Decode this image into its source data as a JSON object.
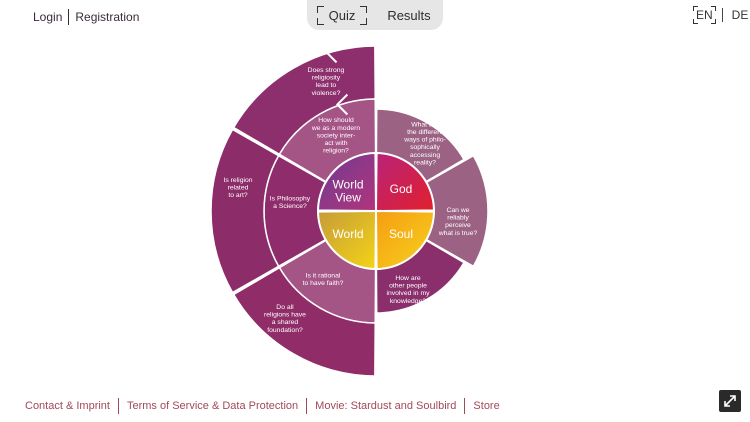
{
  "auth": {
    "login": "Login",
    "registration": "Registration"
  },
  "tabs": {
    "quiz": "Quiz",
    "results": "Results"
  },
  "language": {
    "en": "EN",
    "de": "DE",
    "active": "EN"
  },
  "colors": {
    "outer_ring": "#8e2f6d",
    "inner_ring": "#a55486",
    "right_ring": "#9c6284",
    "god": "#d81a3a",
    "soul": "#f4b400",
    "world": "#e9c21c",
    "world_view": "#7a3f91"
  },
  "wheel": {
    "center": [
      {
        "id": "world-view",
        "lines": [
          "World",
          "View"
        ]
      },
      {
        "id": "god",
        "lines": [
          "God"
        ]
      },
      {
        "id": "world",
        "lines": [
          "World"
        ]
      },
      {
        "id": "soul",
        "lines": [
          "Soul"
        ]
      }
    ],
    "questions": [
      {
        "id": "strong-religiosity",
        "lines": [
          "Does strong",
          "religiosity",
          "lead to",
          "violence?"
        ]
      },
      {
        "id": "modern-society",
        "lines": [
          "How should",
          "we as a modern",
          "society inter-",
          "act with",
          "religion?"
        ]
      },
      {
        "id": "philosophical-ways",
        "lines": [
          "What are",
          "the different",
          "ways of philo-",
          "sophically",
          "accessing",
          "reality?"
        ]
      },
      {
        "id": "perceive-truth",
        "lines": [
          "Can we",
          "reliably",
          "perceive",
          "what is true?"
        ]
      },
      {
        "id": "other-people",
        "lines": [
          "How are",
          "other people",
          "involved in my",
          "knowledge?"
        ]
      },
      {
        "id": "rational-faith",
        "lines": [
          "Is it rational",
          "to have faith?"
        ]
      },
      {
        "id": "shared-foundation",
        "lines": [
          "Do all",
          "religions have",
          "a shared",
          "foundation?"
        ]
      },
      {
        "id": "philosophy-science",
        "lines": [
          "Is Philosophy",
          "a Science?"
        ]
      },
      {
        "id": "religion-art",
        "lines": [
          "Is religion",
          "related",
          "to art?"
        ]
      }
    ]
  },
  "footer": {
    "contact": "Contact & Imprint",
    "terms": "Terms of Service & Data Protection",
    "movie": "Movie: Stardust and Soulbird",
    "store": "Store"
  },
  "icons": {
    "expand": "expand-icon"
  }
}
